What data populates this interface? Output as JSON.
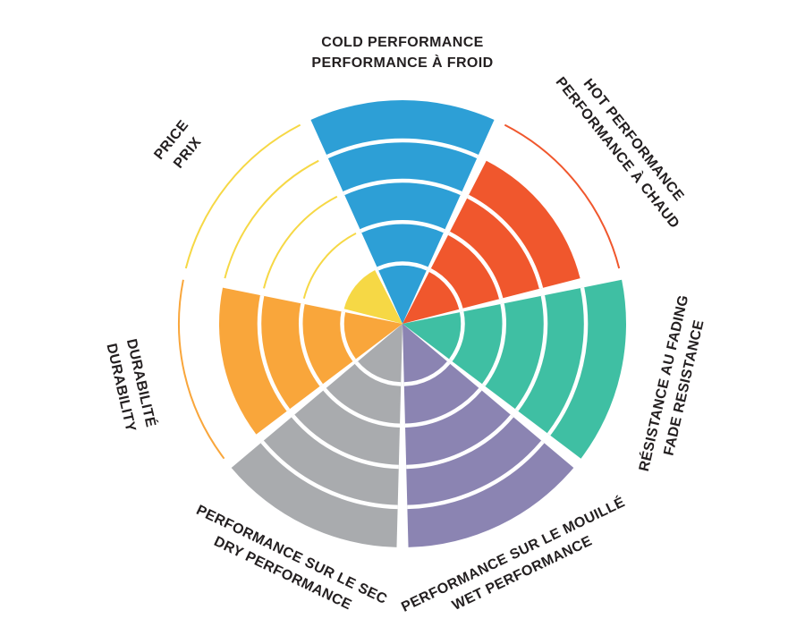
{
  "page": {
    "background": "#ffffff"
  },
  "chart_data": {
    "type": "radial-segment-wheel",
    "description": "Seven-sector performance rating wheel; each sector is filled from the center outward to its score out of 5 concentric rings. Unearned rings are shown as thin colored arc outlines.",
    "rings": 5,
    "max_value": 5,
    "ring_fractions": [
      0.27,
      0.455,
      0.64,
      0.82,
      1.0
    ],
    "divider_color": "#ffffff",
    "text_color": "#231f20",
    "legend_position": "around",
    "segments": [
      {
        "id": "cold-performance",
        "lines": [
          "COLD PERFORMANCE",
          "PERFORMANCE À FROID"
        ],
        "value": 5,
        "color": "#2D9FD6"
      },
      {
        "id": "hot-performance",
        "lines": [
          "HOT PERFORMANCE",
          "PERFORMANCE À CHAUD"
        ],
        "value": 4,
        "color": "#F0572D"
      },
      {
        "id": "fade-resistance",
        "lines": [
          "RÉSISTANCE AU FADING",
          "FADE RESISTANCE"
        ],
        "value": 5,
        "color": "#3FBFA3"
      },
      {
        "id": "wet-performance",
        "lines": [
          "PERFORMANCE SUR LE MOUILLÉ",
          "WET PERFORMANCE"
        ],
        "value": 5,
        "color": "#8B84B2"
      },
      {
        "id": "dry-performance",
        "lines": [
          "PERFORMANCE SUR LE SEC",
          "DRY PERFORMANCE"
        ],
        "value": 5,
        "color": "#A9ABAE"
      },
      {
        "id": "durability",
        "lines": [
          "DURABILITÉ",
          "DURABILITY"
        ],
        "value": 4,
        "color": "#F9A63B"
      },
      {
        "id": "price",
        "lines": [
          "PRICE",
          "PRIX"
        ],
        "value": 1,
        "color": "#F6D845"
      }
    ]
  }
}
